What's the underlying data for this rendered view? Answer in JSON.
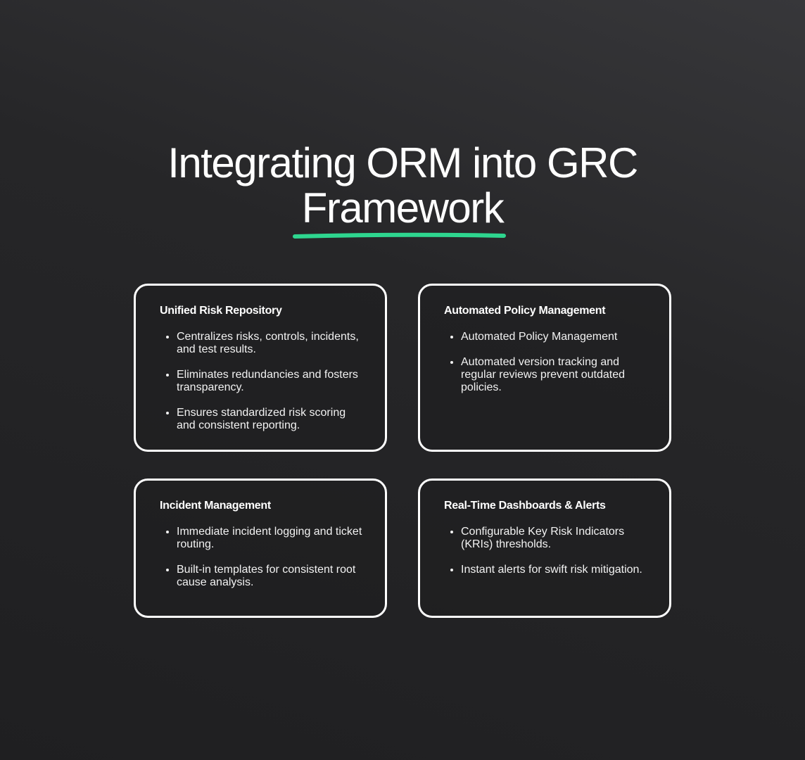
{
  "title": {
    "line1": "Integrating ORM into GRC",
    "line2": "Framework",
    "underline_color": "#2ed68f"
  },
  "cards": [
    {
      "heading": "Unified Risk Repository",
      "bullets": [
        "Centralizes risks, controls, incidents, and test results.",
        "Eliminates redundancies and fosters transparency.",
        "Ensures standardized risk scoring and consistent reporting."
      ]
    },
    {
      "heading": "Automated Policy Management",
      "bullets": [
        "Automated Policy Management",
        "Automated version tracking and regular reviews prevent outdated policies."
      ]
    },
    {
      "heading": "Incident Management",
      "bullets": [
        "Immediate incident logging and ticket routing.",
        "Built-in templates for consistent root cause analysis."
      ]
    },
    {
      "heading": "Real-Time Dashboards & Alerts",
      "bullets": [
        "Configurable Key Risk Indicators (KRIs) thresholds.",
        "Instant alerts for swift risk mitigation."
      ]
    }
  ]
}
